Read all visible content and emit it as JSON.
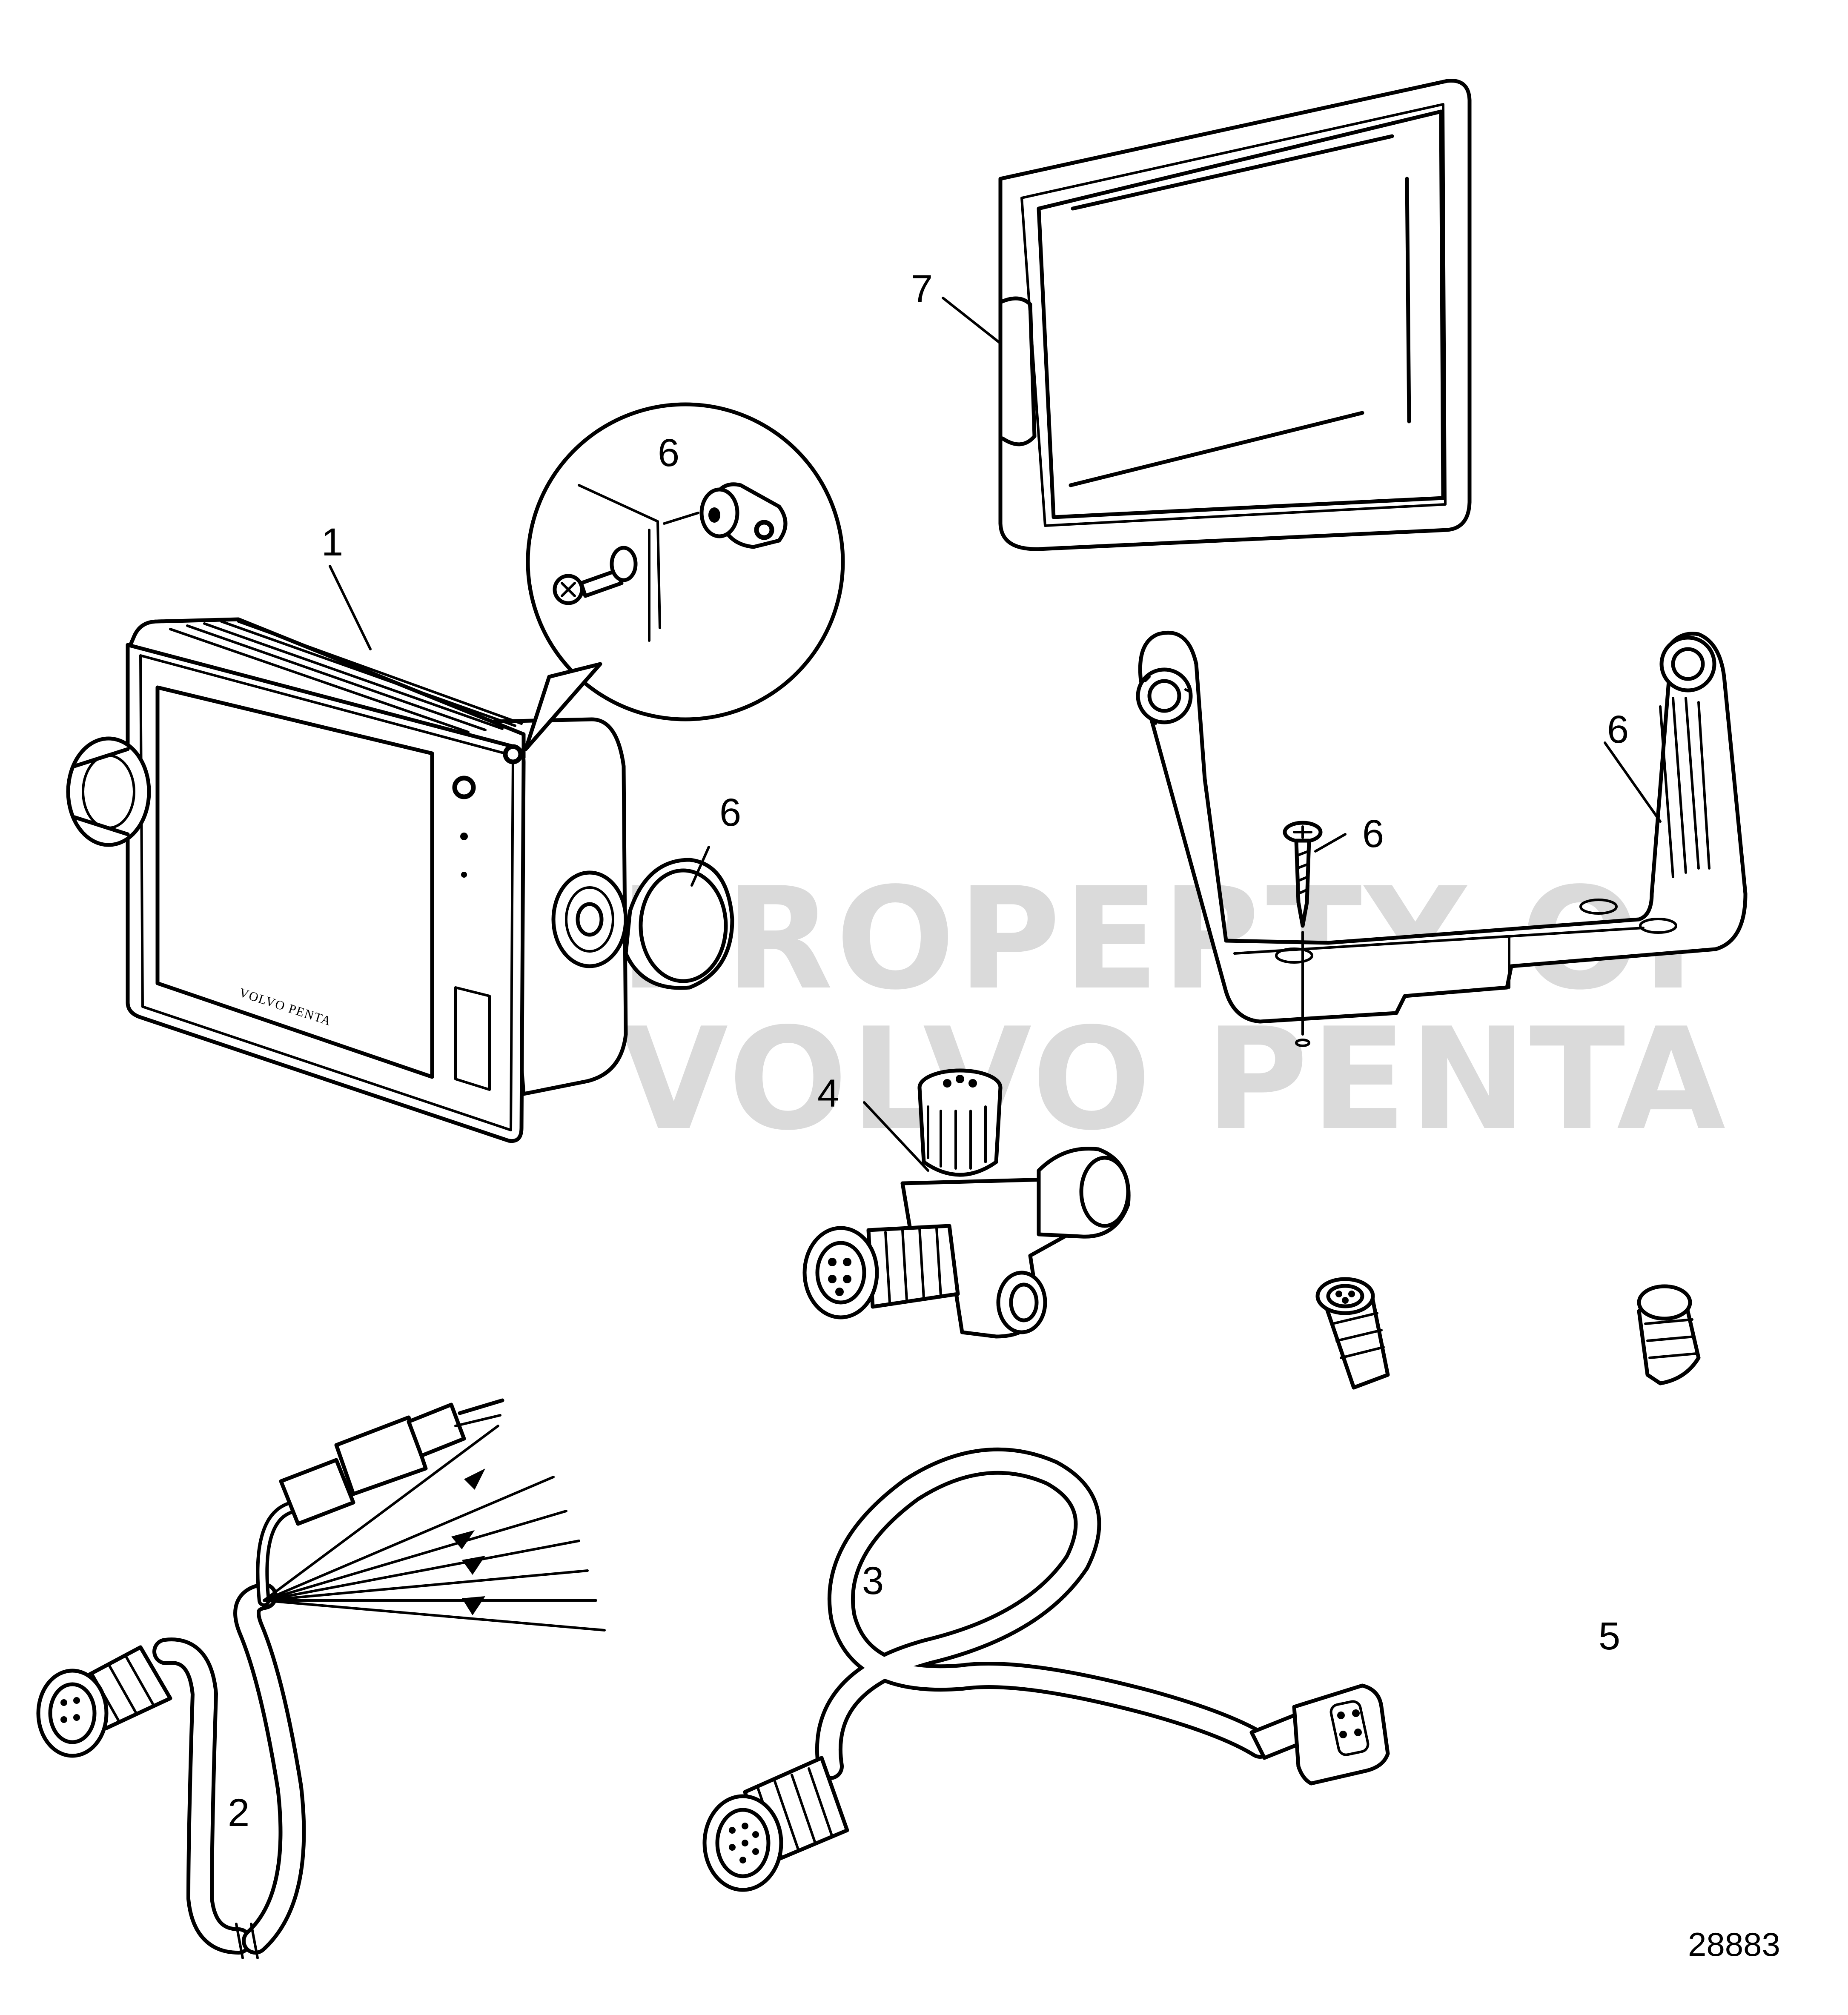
{
  "watermark": {
    "line1": "PROPERTY OF",
    "line2": "VOLVO PENTA"
  },
  "display_brand": "VOLVO PENTA",
  "reference_number": "28883",
  "callouts": {
    "c1": "1",
    "c2": "2",
    "c3": "3",
    "c4": "4",
    "c5": "5",
    "c6_detail": "6",
    "c6_knob": "6",
    "c6_bracket": "6",
    "c6_screw": "6",
    "c7": "7"
  },
  "colors": {
    "line": "#000000",
    "background": "#ffffff",
    "watermark": "#bdbdbd"
  }
}
